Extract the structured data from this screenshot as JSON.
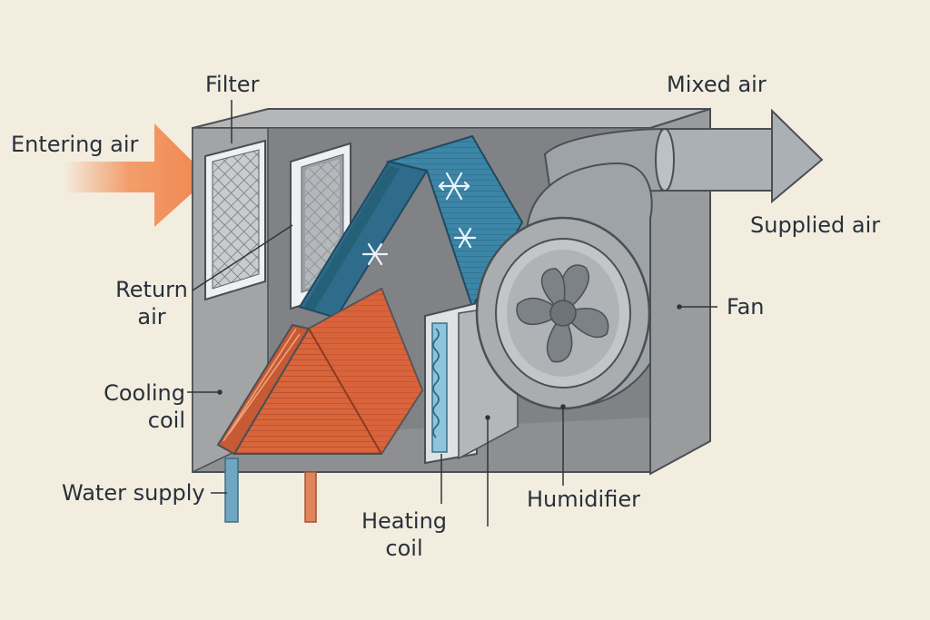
{
  "labels": {
    "entering_air": "Entering air",
    "filter": "Filter",
    "mixed_air": "Mixed air",
    "supplied_air": "Supplied air",
    "return_air_line1": "Return",
    "return_air_line2": "air",
    "fan": "Fan",
    "cooling_coil_line1": "Cooling",
    "cooling_coil_line2": "coil",
    "water_supply": "Water supply",
    "heating_coil_line1": "Heating",
    "heating_coil_line2": "coil",
    "humidifier": "Humidifier"
  },
  "colors": {
    "background": "#f3ede0",
    "cabinet": "#9a9b9c",
    "cabinet_dark": "#7f8081",
    "arrow_orange": "#f2955e",
    "coil_orange": "#d9653b",
    "coil_blue": "#2f6b8a",
    "water_blue": "#6fa7c2",
    "outline": "#4a4f55"
  },
  "icons": [
    "snowflake-icon",
    "fan-blades-icon"
  ]
}
